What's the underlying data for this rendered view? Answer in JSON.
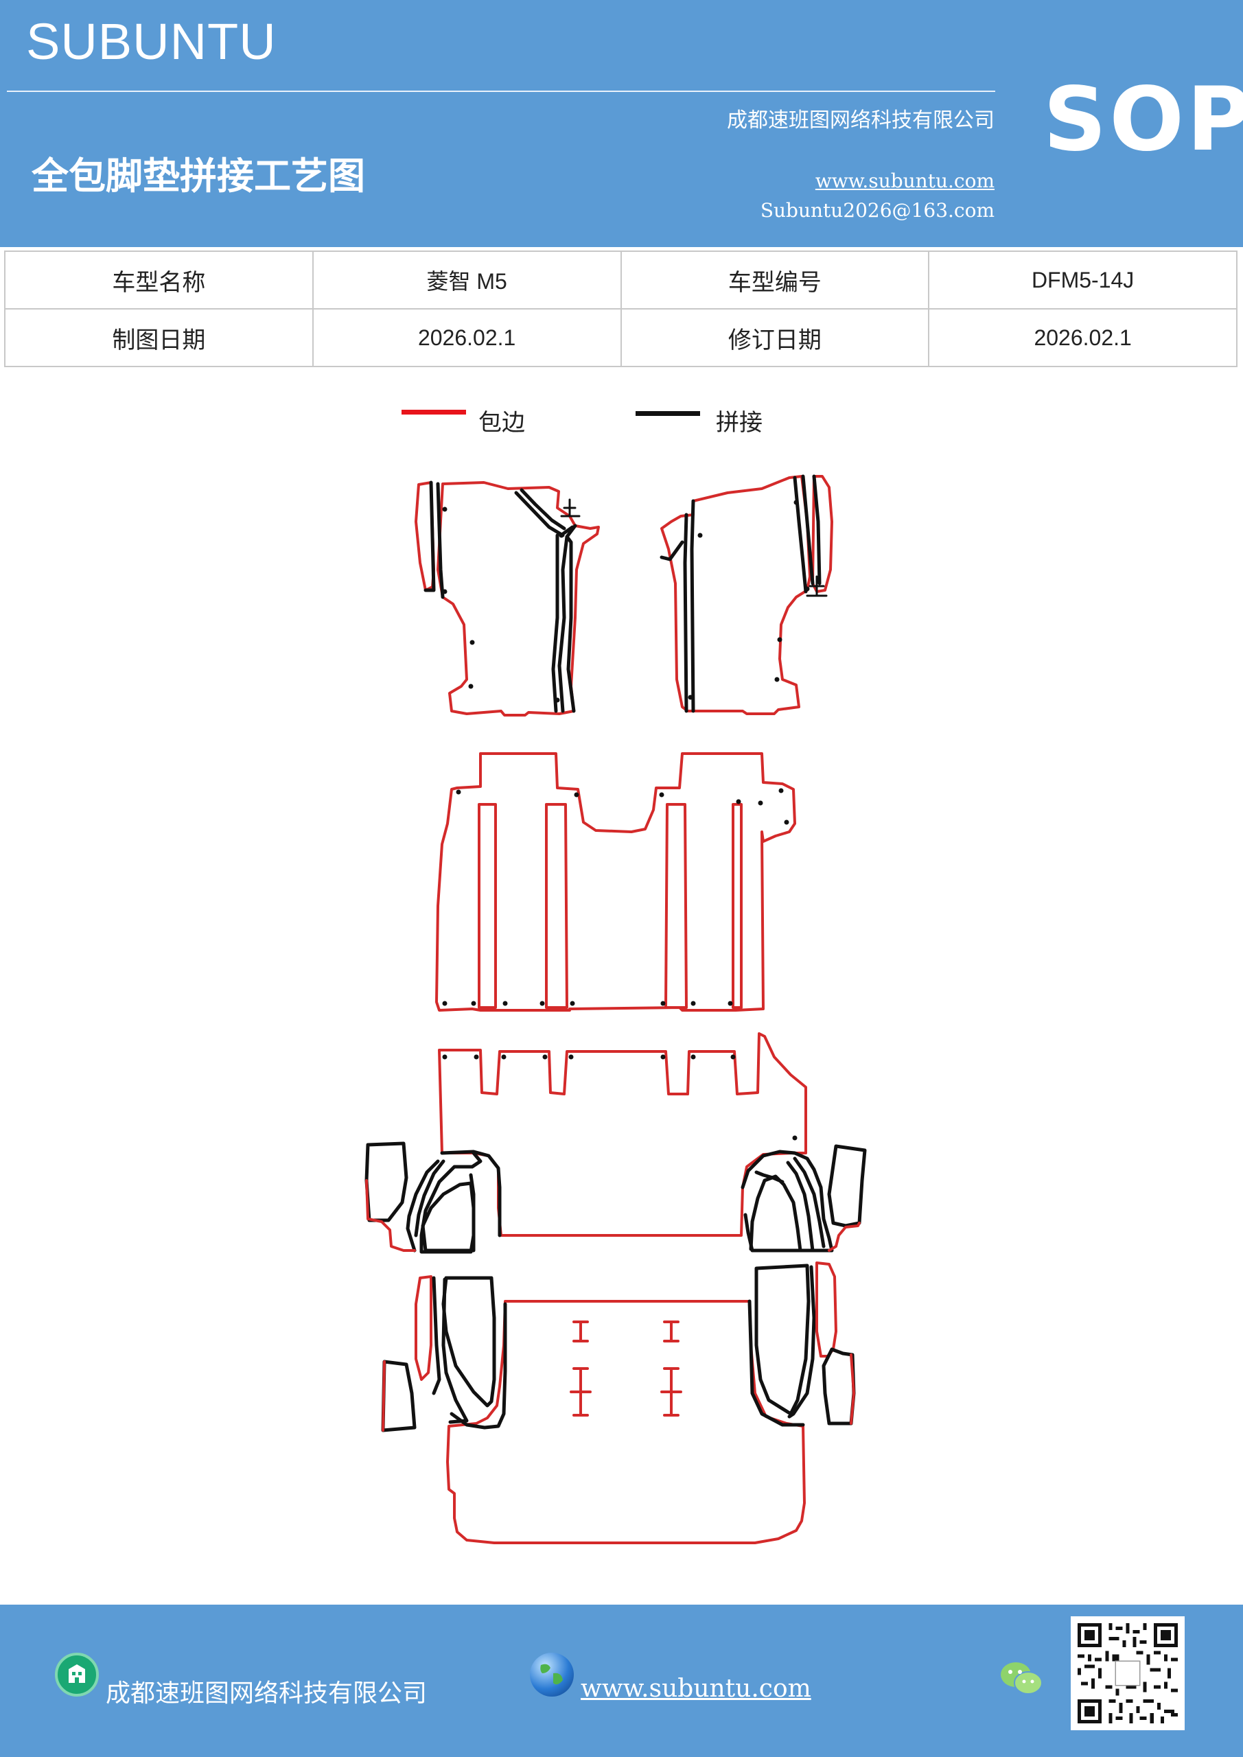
{
  "header": {
    "brand": "SUBUNTU",
    "company": "成都速班图网络科技有限公司",
    "title": "全包脚垫拼接工艺图",
    "website": "www.subuntu.com",
    "email": "Subuntu2026@163.com",
    "badge": "SOP",
    "background_color": "#5b9bd5"
  },
  "info_table": {
    "rows": [
      [
        "车型名称",
        "菱智 M5",
        "车型编号",
        "DFM5-14J"
      ],
      [
        "制图日期",
        "2026.02.1",
        "修订日期",
        "2026.02.1"
      ]
    ]
  },
  "legend": {
    "items": [
      {
        "label": "包边",
        "color": "#e8141b"
      },
      {
        "label": "拼接",
        "color": "#111111"
      }
    ],
    "marker_labels": [
      "上",
      "上"
    ]
  },
  "footer": {
    "company": "成都速班图网络科技有限公司",
    "website": "www.subuntu.com",
    "icons": [
      "building-icon",
      "globe-icon",
      "wechat-icon",
      "qr-code"
    ]
  }
}
